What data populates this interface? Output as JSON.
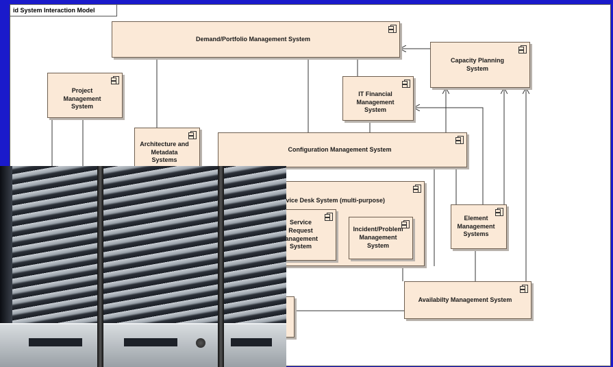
{
  "diagram": {
    "frame_label": "id System Interaction Model",
    "colors": {
      "box_fill": "#fbe9d7",
      "background": "#1a1acb"
    },
    "icon": "uml-component-icon",
    "components": {
      "demand": "Demand/Portfolio Management System",
      "capacity": "Capacity Planning System",
      "project": "Project Management System",
      "itfin": "IT Financial Management System",
      "arch": "Architecture and Metadata Systems",
      "config": "Configuration Management System",
      "servicedesk": "ervice Desk System (multi-purpose)",
      "servicerequest": "Service Request lanagement System",
      "incident": "Incident/Problem Management System",
      "element": "Element Management Systems",
      "availability": "Availabilty Management System"
    }
  }
}
